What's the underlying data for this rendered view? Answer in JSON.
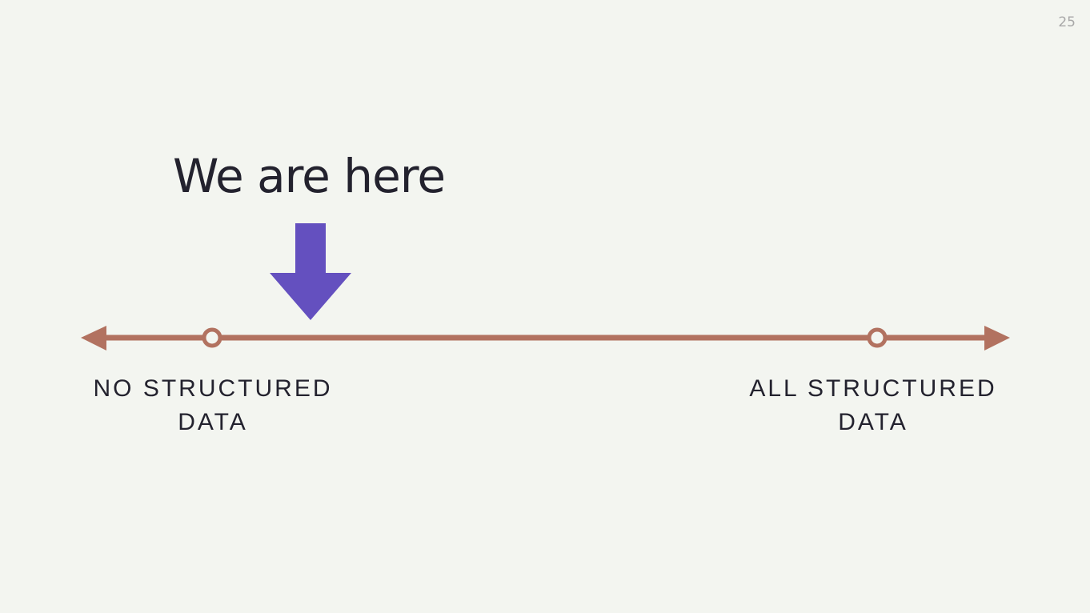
{
  "page_number": "25",
  "title": "We are here",
  "left_label": {
    "line1": "NO STRUCTURED",
    "line2": "DATA"
  },
  "right_label": {
    "line1": "ALL STRUCTURED",
    "line2": "DATA"
  },
  "colors": {
    "background": "#f3f5f0",
    "axis": "#b27260",
    "pointer": "#6450bf",
    "text": "#23222e"
  }
}
